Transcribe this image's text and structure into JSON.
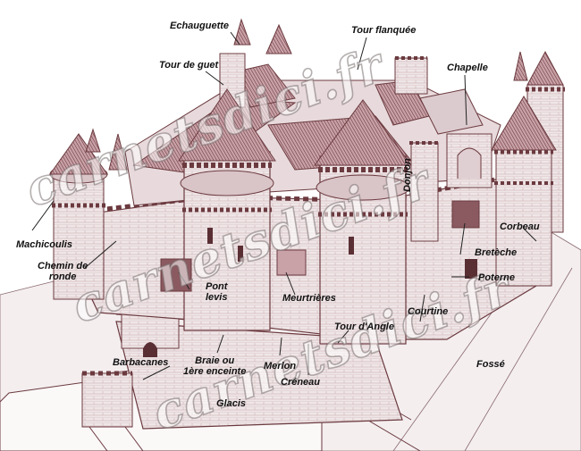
{
  "labels": {
    "echauguette": "Echauguette",
    "tour_flanquee": "Tour flanquée",
    "tour_de_guet": "Tour de guet",
    "chapelle": "Chapelle",
    "donjon": "Donjon",
    "corbeau": "Corbeau",
    "machicoulis": "Machicoulis",
    "chemin_de_ronde": "Chemin de\nronde",
    "breteche": "Bretèche",
    "poterne": "Poterne",
    "pont_levis": "Pont\nlevis",
    "meurtrieres": "Meurtrières",
    "courtine": "Courtine",
    "tour_d_angle": "Tour d'Angle",
    "barbacanes": "Barbacanes",
    "braie": "Braie ou\n1ère enceinte",
    "merlon": "Merlon",
    "creneau": "Créneau",
    "glacis": "Glacis",
    "fosse": "Fossé"
  },
  "watermark": "carnetsdici.fr",
  "colors": {
    "ink": "#6b3a3f",
    "shade": "#a87f86",
    "label": "#111111"
  }
}
